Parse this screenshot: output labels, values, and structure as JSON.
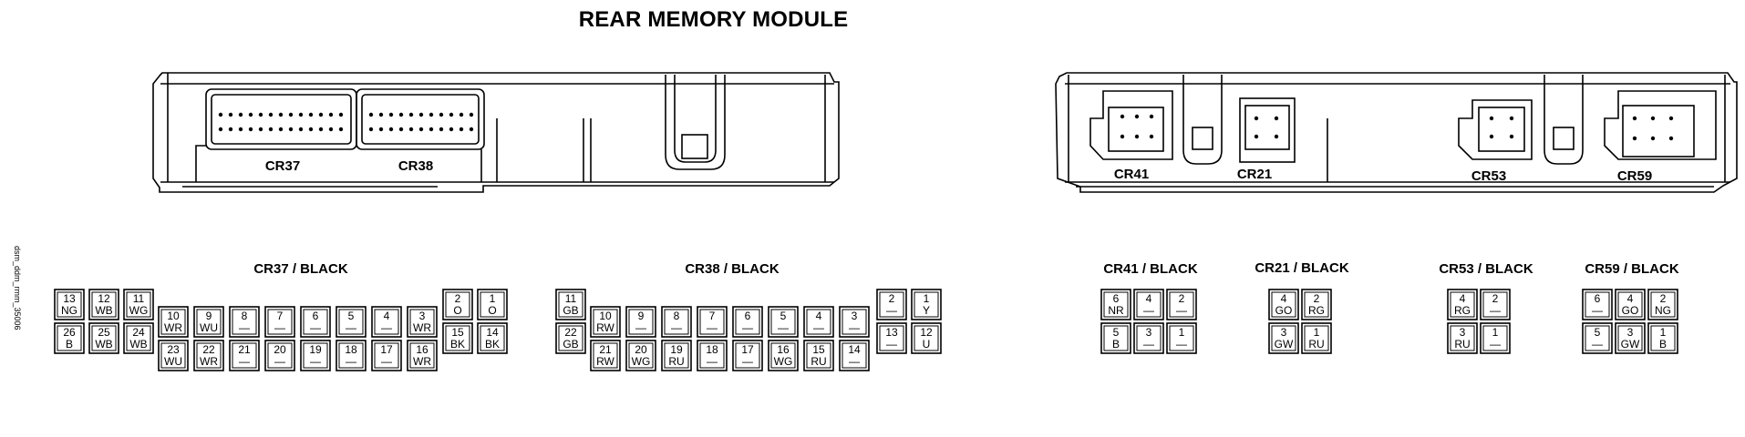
{
  "title": "REAR MEMORY MODULE",
  "side_code": "dsm_ddm_rmm_35006",
  "housing_labels": [
    "CR37",
    "CR38",
    "CR41",
    "CR21",
    "CR53",
    "CR59"
  ],
  "connectors": [
    {
      "id": "CR37",
      "heading": "CR37 / BLACK",
      "pins": [
        {
          "n": "13",
          "c": "NG"
        },
        {
          "n": "12",
          "c": "WB"
        },
        {
          "n": "11",
          "c": "WG"
        },
        {
          "n": "26",
          "c": "B"
        },
        {
          "n": "25",
          "c": "WB"
        },
        {
          "n": "24",
          "c": "WB"
        },
        {
          "n": "10",
          "c": "WR"
        },
        {
          "n": "9",
          "c": "WU"
        },
        {
          "n": "8",
          "c": "—"
        },
        {
          "n": "7",
          "c": "—"
        },
        {
          "n": "6",
          "c": "—"
        },
        {
          "n": "5",
          "c": "—"
        },
        {
          "n": "4",
          "c": "—"
        },
        {
          "n": "3",
          "c": "WR"
        },
        {
          "n": "23",
          "c": "WU"
        },
        {
          "n": "22",
          "c": "WR"
        },
        {
          "n": "21",
          "c": "—"
        },
        {
          "n": "20",
          "c": "—"
        },
        {
          "n": "19",
          "c": "—"
        },
        {
          "n": "18",
          "c": "—"
        },
        {
          "n": "17",
          "c": "—"
        },
        {
          "n": "16",
          "c": "WR"
        },
        {
          "n": "2",
          "c": "O"
        },
        {
          "n": "1",
          "c": "O"
        },
        {
          "n": "15",
          "c": "BK"
        },
        {
          "n": "14",
          "c": "BK"
        }
      ]
    },
    {
      "id": "CR38",
      "heading": "CR38 / BLACK",
      "pins": [
        {
          "n": "11",
          "c": "GB"
        },
        {
          "n": "22",
          "c": "GB"
        },
        {
          "n": "10",
          "c": "RW"
        },
        {
          "n": "9",
          "c": "—"
        },
        {
          "n": "8",
          "c": "—"
        },
        {
          "n": "7",
          "c": "—"
        },
        {
          "n": "6",
          "c": "—"
        },
        {
          "n": "5",
          "c": "—"
        },
        {
          "n": "4",
          "c": "—"
        },
        {
          "n": "3",
          "c": "—"
        },
        {
          "n": "21",
          "c": "RW"
        },
        {
          "n": "20",
          "c": "WG"
        },
        {
          "n": "19",
          "c": "RU"
        },
        {
          "n": "18",
          "c": "—"
        },
        {
          "n": "17",
          "c": "—"
        },
        {
          "n": "16",
          "c": "WG"
        },
        {
          "n": "15",
          "c": "RU"
        },
        {
          "n": "14",
          "c": "—"
        },
        {
          "n": "2",
          "c": "—"
        },
        {
          "n": "1",
          "c": "Y"
        },
        {
          "n": "13",
          "c": "—"
        },
        {
          "n": "12",
          "c": "U"
        }
      ]
    },
    {
      "id": "CR41",
      "heading": "CR41 / BLACK",
      "pins": [
        {
          "n": "6",
          "c": "NR"
        },
        {
          "n": "4",
          "c": "—"
        },
        {
          "n": "2",
          "c": "—"
        },
        {
          "n": "5",
          "c": "B"
        },
        {
          "n": "3",
          "c": "—"
        },
        {
          "n": "1",
          "c": "—"
        }
      ]
    },
    {
      "id": "CR21",
      "heading": "CR21 / BLACK",
      "pins": [
        {
          "n": "4",
          "c": "GO"
        },
        {
          "n": "2",
          "c": "RG"
        },
        {
          "n": "3",
          "c": "GW"
        },
        {
          "n": "1",
          "c": "RU"
        }
      ]
    },
    {
      "id": "CR53",
      "heading": "CR53 / BLACK",
      "pins": [
        {
          "n": "4",
          "c": "RG"
        },
        {
          "n": "2",
          "c": "—"
        },
        {
          "n": "3",
          "c": "RU"
        },
        {
          "n": "1",
          "c": "—"
        }
      ]
    },
    {
      "id": "CR59",
      "heading": "CR59 / BLACK",
      "pins": [
        {
          "n": "6",
          "c": "—"
        },
        {
          "n": "4",
          "c": "GO"
        },
        {
          "n": "2",
          "c": "NG"
        },
        {
          "n": "5",
          "c": "—"
        },
        {
          "n": "3",
          "c": "GW"
        },
        {
          "n": "1",
          "c": "B"
        }
      ]
    }
  ]
}
